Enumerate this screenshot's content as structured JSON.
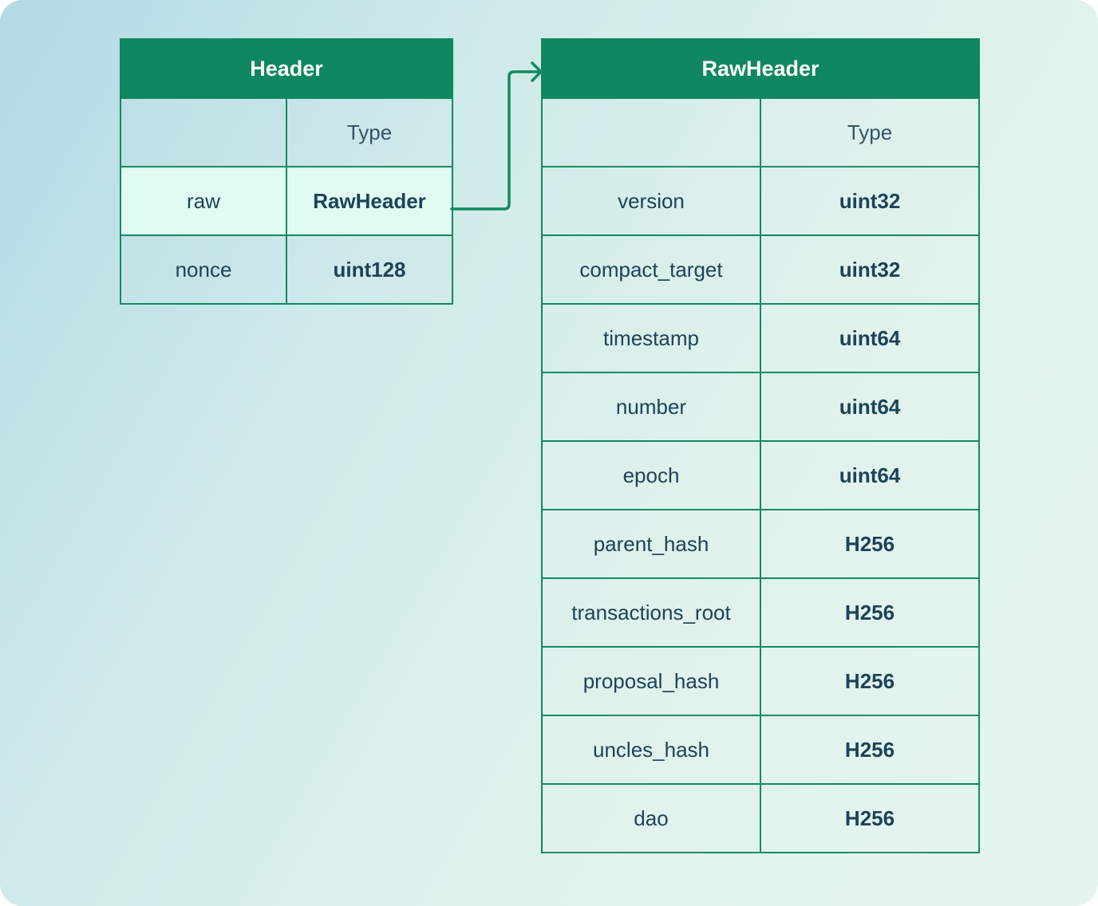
{
  "header_table": {
    "title": "Header",
    "type_col_label": "Type",
    "rows": [
      {
        "name": "raw",
        "type": "RawHeader"
      },
      {
        "name": "nonce",
        "type": "uint128"
      }
    ]
  },
  "raw_header_table": {
    "title": "RawHeader",
    "type_col_label": "Type",
    "rows": [
      {
        "name": "version",
        "type": "uint32"
      },
      {
        "name": "compact_target",
        "type": "uint32"
      },
      {
        "name": "timestamp",
        "type": "uint64"
      },
      {
        "name": "number",
        "type": "uint64"
      },
      {
        "name": "epoch",
        "type": "uint64"
      },
      {
        "name": "parent_hash",
        "type": "H256"
      },
      {
        "name": "transactions_root",
        "type": "H256"
      },
      {
        "name": "proposal_hash",
        "type": "H256"
      },
      {
        "name": "uncles_hash",
        "type": "H256"
      },
      {
        "name": "dao",
        "type": "H256"
      }
    ]
  },
  "colors": {
    "header_bg": "#0f8760",
    "border": "#118a62",
    "highlight_row": "#e0fbf1",
    "text": "#1e4257"
  }
}
